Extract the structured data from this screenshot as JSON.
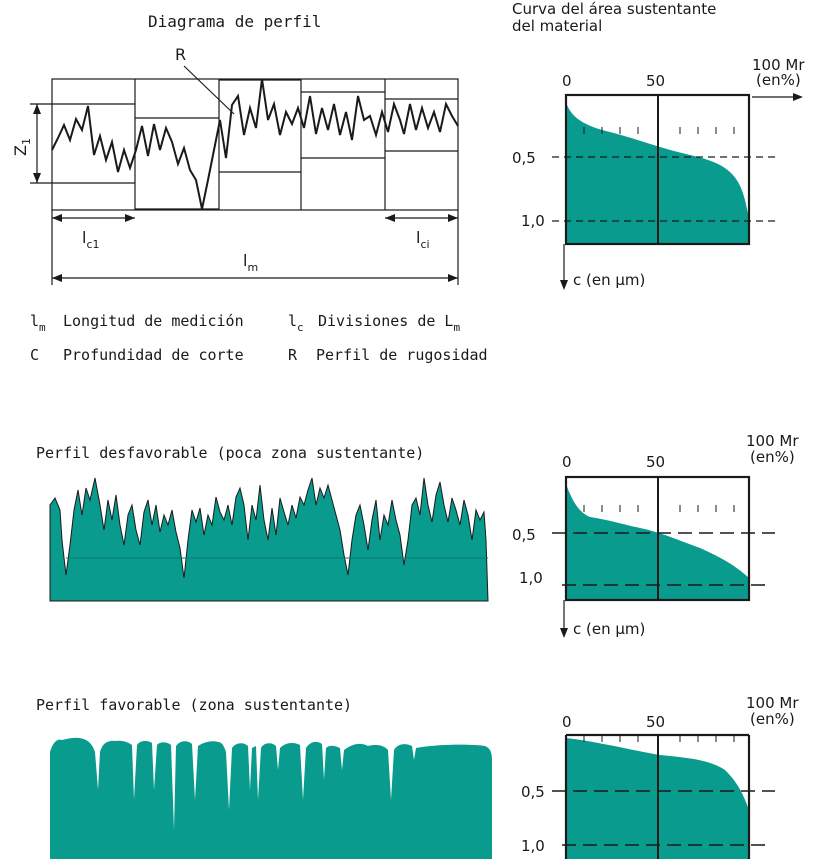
{
  "diagram": {
    "title": "Diagrama de perfil",
    "r_label": "R",
    "z_label": "Z",
    "z_sub": "1",
    "lc1_label": "l",
    "lc1_sub": "c1",
    "lci_label": "l",
    "lci_sub": "ci",
    "lm_label": "l",
    "lm_sub": "m"
  },
  "curve_heading": {
    "line1": "Curva del área sustentante",
    "line2": "del material"
  },
  "legend": {
    "lm_sym": "l",
    "lm_sub": "m",
    "lm_text": "Longitud de medición",
    "lc_sym": "l",
    "lc_sub": "c",
    "lc_text": "Divisiones de L",
    "lc_text_sub": "m",
    "c_sym": "C",
    "c_text": "Profundidad de corte",
    "r_sym": "R",
    "r_text": "Perfil de rugosidad"
  },
  "profiles": {
    "unfavorable": "Perfil desfavorable (poca zona sustentante)",
    "favorable": "Perfil  favorable (zona sustentante)"
  },
  "charts": {
    "x0": "0",
    "x50": "50",
    "x100": "100 Mr",
    "unit": "(en%)",
    "y05": "0,5",
    "y10": "1,0",
    "ylabel": "c (en μm)"
  },
  "colors": {
    "fill": "#089b8e",
    "line": "#1a1a1a"
  }
}
